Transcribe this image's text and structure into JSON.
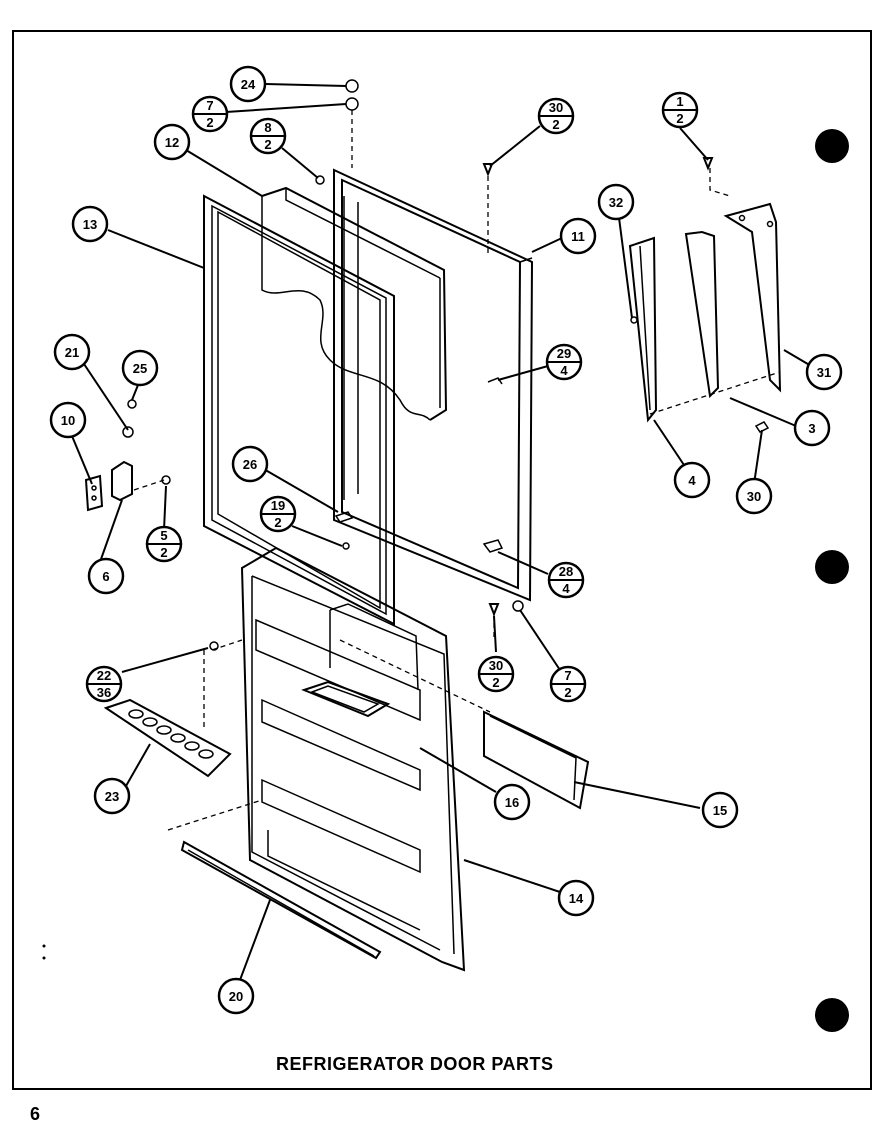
{
  "title": "REFRIGERATOR DOOR PARTS",
  "page_number": "6",
  "callouts": [
    {
      "id": "c24",
      "top": "24"
    },
    {
      "id": "c7a",
      "top": "7",
      "bottom": "2"
    },
    {
      "id": "c8",
      "top": "8",
      "bottom": "2"
    },
    {
      "id": "c12",
      "top": "12"
    },
    {
      "id": "c13",
      "top": "13"
    },
    {
      "id": "c30a",
      "top": "30",
      "bottom": "2"
    },
    {
      "id": "c11",
      "top": "11"
    },
    {
      "id": "c1",
      "top": "1",
      "bottom": "2"
    },
    {
      "id": "c32",
      "top": "32"
    },
    {
      "id": "c31",
      "top": "31"
    },
    {
      "id": "c29",
      "top": "29",
      "bottom": "4"
    },
    {
      "id": "c3",
      "top": "3"
    },
    {
      "id": "c4",
      "top": "4"
    },
    {
      "id": "c30b",
      "top": "30"
    },
    {
      "id": "c21",
      "top": "21"
    },
    {
      "id": "c25",
      "top": "25"
    },
    {
      "id": "c10",
      "top": "10"
    },
    {
      "id": "c26",
      "top": "26"
    },
    {
      "id": "c19",
      "top": "19",
      "bottom": "2"
    },
    {
      "id": "c5",
      "top": "5",
      "bottom": "2"
    },
    {
      "id": "c6",
      "top": "6"
    },
    {
      "id": "c28",
      "top": "28",
      "bottom": "4"
    },
    {
      "id": "c30c",
      "top": "30",
      "bottom": "2"
    },
    {
      "id": "c7b",
      "top": "7",
      "bottom": "2"
    },
    {
      "id": "c22",
      "top": "22",
      "bottom": "36"
    },
    {
      "id": "c23",
      "top": "23"
    },
    {
      "id": "c16",
      "top": "16"
    },
    {
      "id": "c15",
      "top": "15"
    },
    {
      "id": "c14",
      "top": "14"
    },
    {
      "id": "c20",
      "top": "20"
    }
  ]
}
